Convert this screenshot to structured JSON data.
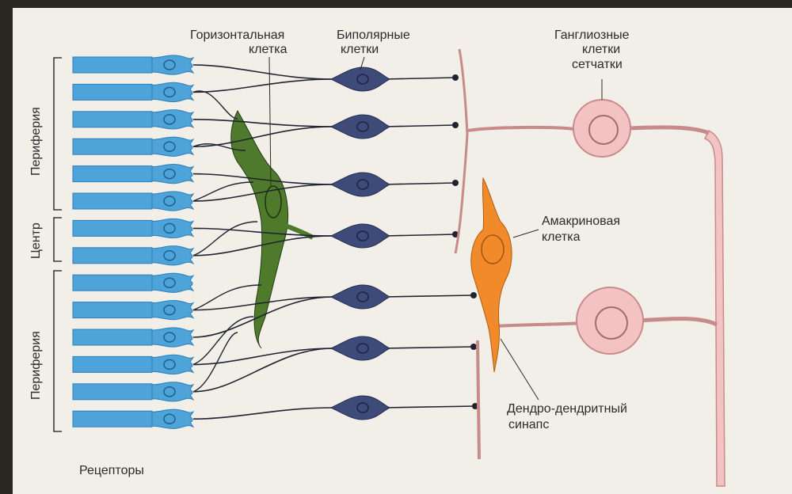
{
  "labels": {
    "horizontal_cell": [
      "Горизонтальная",
      "клетка"
    ],
    "bipolar_cells": [
      "Биполярные",
      "клетки"
    ],
    "ganglion_cells": [
      "Ганглиозные",
      "клетки",
      "сетчатки"
    ],
    "amacrine_cell": [
      "Амакриновая",
      "клетка"
    ],
    "dendro_synapse": [
      "Дендро-дендритный",
      "синапс"
    ],
    "receptors": "Рецепторы",
    "periphery_top": "Периферия",
    "center": "Центр",
    "periphery_bottom": "Периферия"
  },
  "colors": {
    "receptor": "#4ea3d8",
    "receptor_dark": "#2f7fba",
    "horizontal": "#4f7a2c",
    "bipolar": "#3e4a78",
    "ganglion": "#f3c3c3",
    "ganglion_outline": "#c98a8a",
    "amacrine": "#f08a2a",
    "line": "#1f2430",
    "background": "#f1efe8"
  },
  "receptor_count": 14,
  "bipolar_count": 7
}
